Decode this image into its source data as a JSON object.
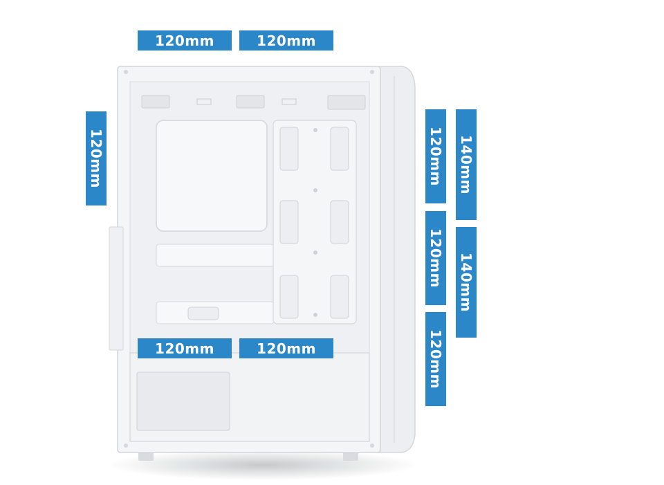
{
  "colors": {
    "label_bg": "#2b87c8",
    "label_text": "#ffffff",
    "case_body": "#f3f4f6",
    "case_shadow": "#c9cbcf"
  },
  "fan_labels": {
    "top_left": "120mm",
    "top_right": "120mm",
    "rear": "120mm",
    "bottom_left": "120mm",
    "bottom_right": "120mm",
    "front_120_top": "120mm",
    "front_120_middle": "120mm",
    "front_120_bottom": "120mm",
    "front_140_top": "140mm",
    "front_140_bottom": "140mm"
  }
}
